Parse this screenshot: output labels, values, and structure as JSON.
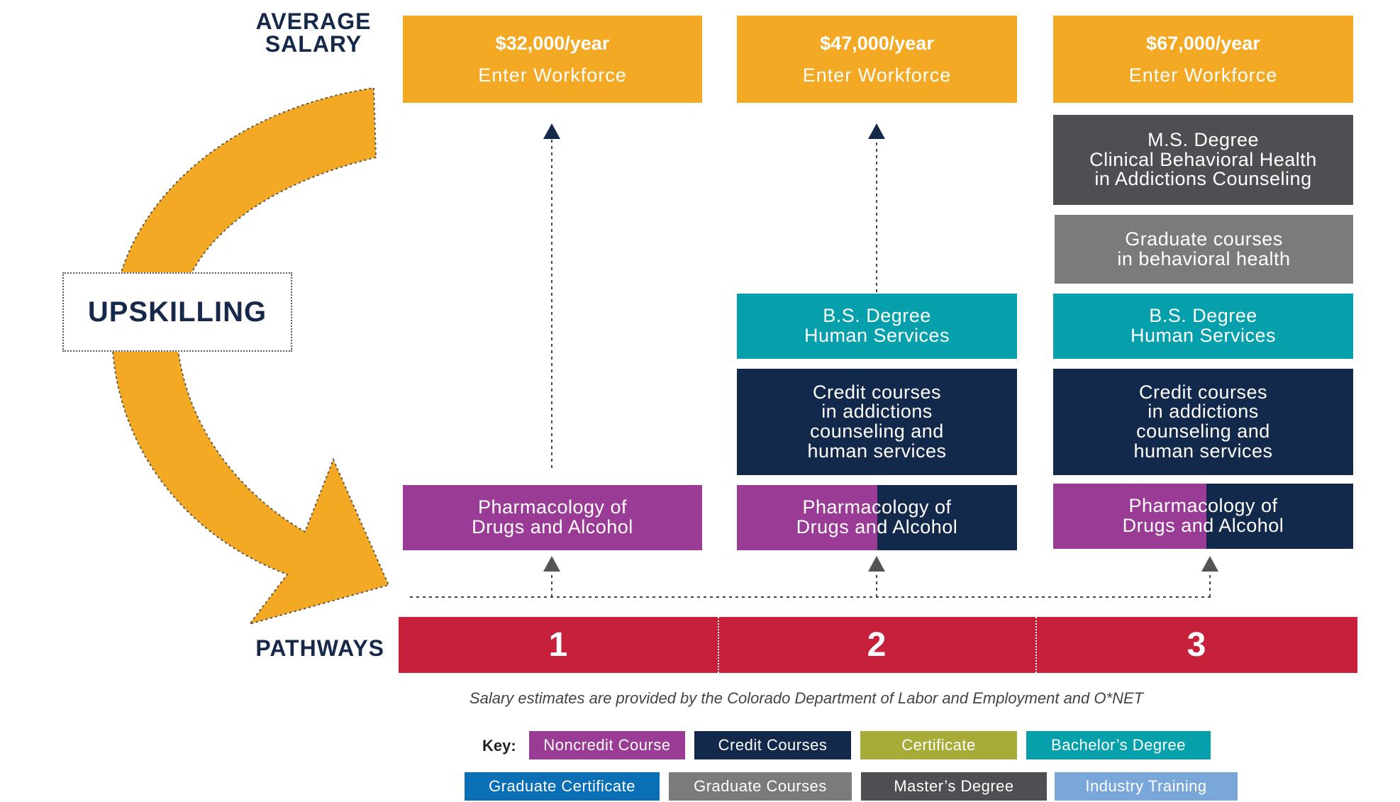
{
  "labels": {
    "average_salary": [
      "AVERAGE",
      "SALARY"
    ],
    "upskilling": "UPSKILLING",
    "pathways": "PATHWAYS"
  },
  "columns": [
    {
      "number": "1",
      "salary": "$32,000/year",
      "outcome": "Enter Workforce",
      "blocks": [
        {
          "type": "noncredit",
          "lines": [
            "Pharmacology of",
            "Drugs and Alcohol"
          ]
        }
      ]
    },
    {
      "number": "2",
      "salary": "$47,000/year",
      "outcome": "Enter Workforce",
      "blocks": [
        {
          "type": "bachelor",
          "lines": [
            "B.S. Degree",
            "Human Services"
          ]
        },
        {
          "type": "credit",
          "lines": [
            "Credit courses",
            "in addictions",
            "counseling and",
            "human services"
          ]
        },
        {
          "type": "noncredit-credit",
          "lines": [
            "Pharmacology of",
            "Drugs and Alcohol"
          ]
        }
      ]
    },
    {
      "number": "3",
      "salary": "$67,000/year",
      "outcome": "Enter Workforce",
      "blocks": [
        {
          "type": "masters",
          "lines": [
            "M.S. Degree",
            "Clinical Behavioral Health",
            "in Addictions Counseling"
          ]
        },
        {
          "type": "graduate",
          "lines": [
            "Graduate courses",
            "in behavioral health"
          ]
        },
        {
          "type": "bachelor",
          "lines": [
            "B.S. Degree",
            "Human Services"
          ]
        },
        {
          "type": "credit",
          "lines": [
            "Credit courses",
            "in addictions",
            "counseling and",
            "human services"
          ]
        },
        {
          "type": "noncredit-credit",
          "lines": [
            "Pharmacology of",
            "Drugs and Alcohol"
          ]
        }
      ]
    }
  ],
  "note": "Salary estimates are provided by the Colorado Department of Labor and Employment and O*NET",
  "key": {
    "label": "Key:",
    "items": [
      {
        "label": "Noncredit Course",
        "color": "#9a3b95"
      },
      {
        "label": "Credit Courses",
        "color": "#13294b"
      },
      {
        "label": "Certificate",
        "color": "#a6ac37"
      },
      {
        "label": "Bachelor’s Degree",
        "color": "#06a0ad"
      },
      {
        "label": "Graduate Certificate",
        "color": "#0a6fb5"
      },
      {
        "label": "Graduate Courses",
        "color": "#7b7b7d"
      },
      {
        "label": "Master’s Degree",
        "color": "#4e4f53"
      },
      {
        "label": "Industry Training",
        "color": "#7aa7d9"
      }
    ]
  },
  "colors": {
    "salary": "#f3a923",
    "pathway_bar": "#c7203a",
    "navy_text": "#16294a"
  }
}
